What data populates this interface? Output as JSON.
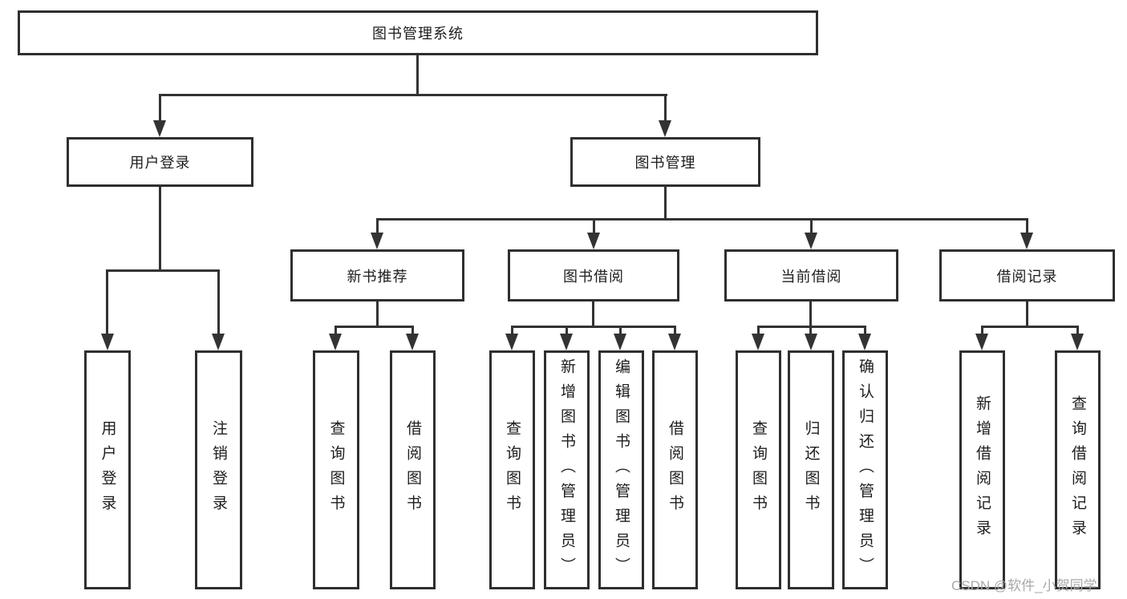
{
  "title": "图书管理系统",
  "tree": {
    "root": {
      "label": "图书管理系统"
    },
    "branches": [
      {
        "label": "用户登录",
        "leaves": [
          {
            "label": "用户登录"
          },
          {
            "label": "注销登录"
          }
        ]
      },
      {
        "label": "图书管理",
        "groups": [
          {
            "label": "新书推荐",
            "leaves": [
              {
                "label": "查询图书"
              },
              {
                "label": "借阅图书"
              }
            ]
          },
          {
            "label": "图书借阅",
            "leaves": [
              {
                "label": "查询图书"
              },
              {
                "label": "新增图书（管理员）"
              },
              {
                "label": "编辑图书（管理员）"
              },
              {
                "label": "借阅图书"
              }
            ]
          },
          {
            "label": "当前借阅",
            "leaves": [
              {
                "label": "查询图书"
              },
              {
                "label": "归还图书"
              },
              {
                "label": "确认归还（管理员）"
              }
            ]
          },
          {
            "label": "借阅记录",
            "leaves": [
              {
                "label": "新增借阅记录"
              },
              {
                "label": "查询借阅记录"
              }
            ]
          }
        ]
      }
    ]
  },
  "watermark": {
    "text": "CSDN @软件_小贺同学"
  },
  "colors": {
    "line": "#333333",
    "box_border": "#2f2f2f",
    "box_fill": "#ffffff",
    "text": "#1d1d1d",
    "watermark": "#a9a9a9",
    "background": "#ffffff"
  }
}
